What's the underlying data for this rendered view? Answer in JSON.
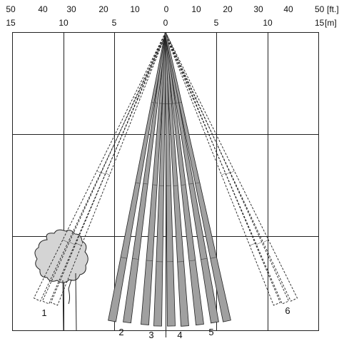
{
  "scale": {
    "feet": [
      {
        "value": "50",
        "unit": ""
      },
      {
        "value": "40",
        "unit": ""
      },
      {
        "value": "30",
        "unit": ""
      },
      {
        "value": "20",
        "unit": ""
      },
      {
        "value": "10",
        "unit": ""
      },
      {
        "value": "0",
        "unit": ""
      },
      {
        "value": "10",
        "unit": ""
      },
      {
        "value": "20",
        "unit": ""
      },
      {
        "value": "30",
        "unit": ""
      },
      {
        "value": "40",
        "unit": ""
      },
      {
        "value": "50",
        "unit": "[ft.]"
      }
    ],
    "meters": [
      {
        "value": "15",
        "unit": ""
      },
      {
        "value": "10",
        "unit": ""
      },
      {
        "value": "5",
        "unit": ""
      },
      {
        "value": "0",
        "unit": ""
      },
      {
        "value": "5",
        "unit": ""
      },
      {
        "value": "10",
        "unit": ""
      },
      {
        "value": "15",
        "unit": "[m]"
      }
    ]
  },
  "zones": [
    {
      "label": "1",
      "style": "dashed"
    },
    {
      "label": "2",
      "style": "solid"
    },
    {
      "label": "3",
      "style": "solid"
    },
    {
      "label": "4",
      "style": "solid"
    },
    {
      "label": "5",
      "style": "solid"
    },
    {
      "label": "6",
      "style": "dashed"
    }
  ],
  "colors": {
    "beam_fill": "#a0a0a0",
    "tree_fill": "#d4d4d4",
    "line": "#222222"
  },
  "icons": {
    "obstacle": "tree-icon"
  }
}
